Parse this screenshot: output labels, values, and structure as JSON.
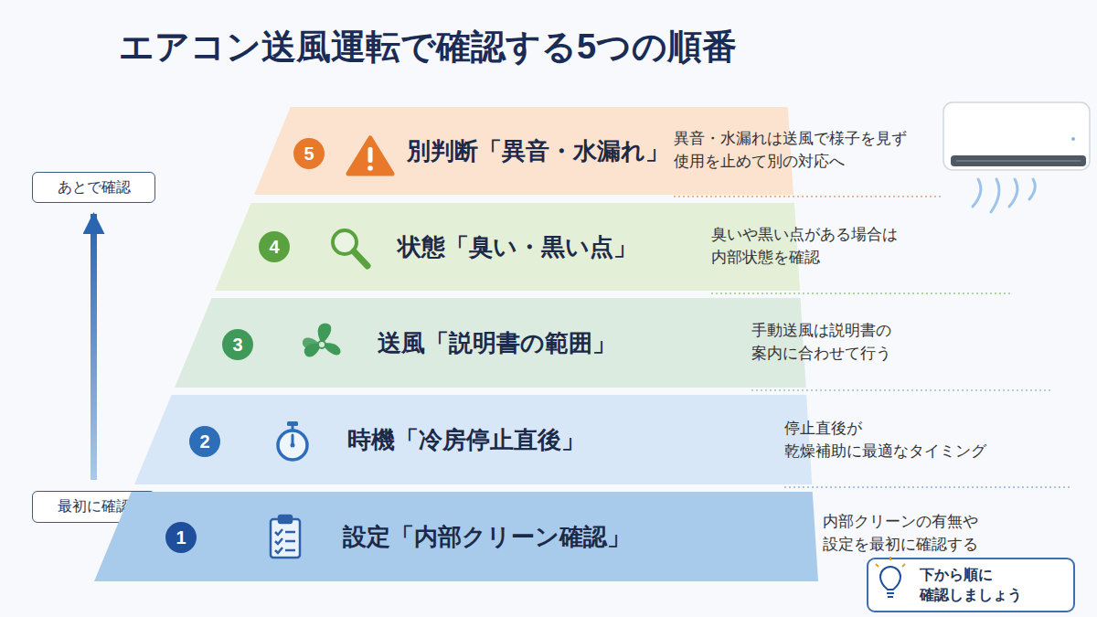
{
  "diagram": {
    "title": "エアコン送風運転で確認する5つの順番",
    "nodes": [
      {
        "text": [
          "あとで確認"
        ]
      },
      {
        "text": [
          "別判断「異音・水漏れ」"
        ]
      },
      {
        "text": [
          "5"
        ],
        "in": 1
      },
      {
        "text": [
          "状態「臭い・黒い点」"
        ]
      },
      {
        "text": [
          "4"
        ],
        "in": 3
      },
      {
        "text": [
          "送風「説明書の範囲」"
        ]
      },
      {
        "text": [
          "3"
        ],
        "in": 5
      },
      {
        "text": [
          "時機「冷房停止直後」"
        ]
      },
      {
        "text": [
          "2"
        ],
        "in": 7
      },
      {
        "text": [
          "最初に確認"
        ]
      },
      {
        "text": [
          "設定「内部クリーン確認」"
        ]
      },
      {
        "text": [
          "1"
        ],
        "in": 10
      },
      {
        "text": [
          "下から順に 確認しましょう"
        ]
      }
    ],
    "edges": [
      {
        "from": 9,
        "to": 0,
        "arrow": "to"
      }
    ],
    "labels": [
      "異音・水漏れは送風で様子を見ず 使用を止めて別の対応へ",
      "臭いや黒い点がある場合は 内部状態を確認",
      "手動送風は説明書の 案内に合わせて行う",
      "停止直後が 乾燥補助に最適なタイミング",
      "内部クリーンの有無や 設定を最初に確認する"
    ]
  }
}
